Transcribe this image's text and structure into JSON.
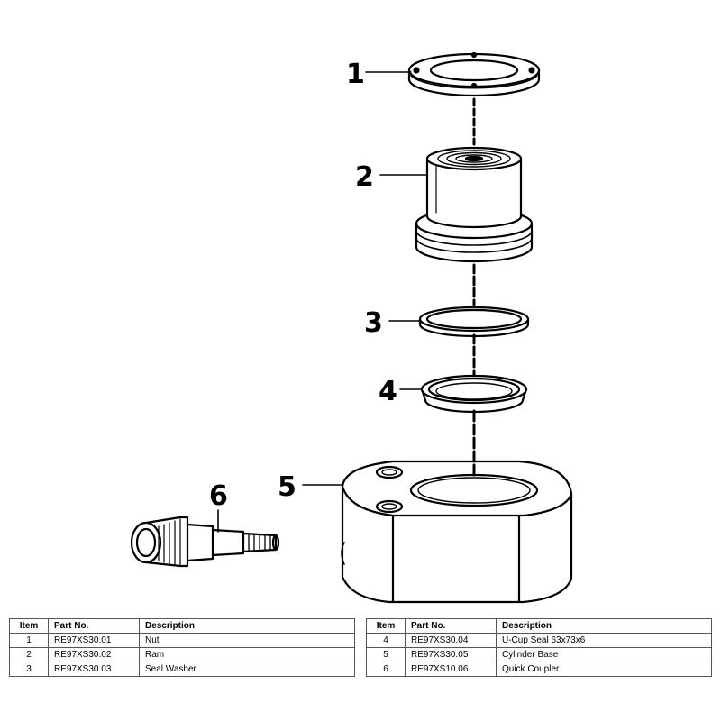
{
  "callouts": [
    "1",
    "2",
    "3",
    "4",
    "5",
    "6"
  ],
  "table": {
    "headers": {
      "item": "Item",
      "part": "Part No.",
      "desc": "Description"
    },
    "left_rows": [
      {
        "item": "1",
        "part": "RE97XS30.01",
        "desc": "Nut"
      },
      {
        "item": "2",
        "part": "RE97XS30.02",
        "desc": "Ram"
      },
      {
        "item": "3",
        "part": "RE97XS30.03",
        "desc": "Seal Washer"
      }
    ],
    "right_rows": [
      {
        "item": "4",
        "part": "RE97XS30.04",
        "desc": "U-Cup Seal 63x73x6"
      },
      {
        "item": "5",
        "part": "RE97XS30.05",
        "desc": "Cylinder Base"
      },
      {
        "item": "6",
        "part": "RE97XS10.06",
        "desc": "Quick Coupler"
      }
    ]
  },
  "colors": {
    "ink": "#000000",
    "background": "#ffffff"
  }
}
